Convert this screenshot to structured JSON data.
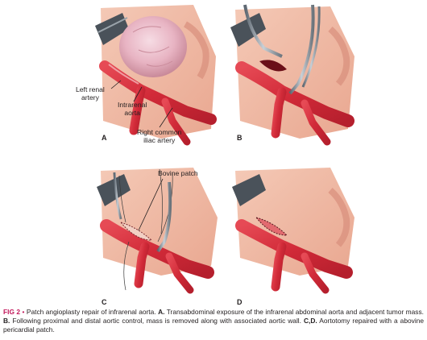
{
  "panels": [
    {
      "letter": "A"
    },
    {
      "letter": "B"
    },
    {
      "letter": "C"
    },
    {
      "letter": "D"
    }
  ],
  "annotations": {
    "left_renal_1": "Left renal",
    "left_renal_2": "artery",
    "infrarenal_1": "Intrarenal",
    "infrarenal_2": "aorta",
    "right_common_1": "Right common",
    "right_common_2": "iliac artery",
    "bovine_patch": "Bovine patch"
  },
  "caption": {
    "fig_label": "FIG 2",
    "bullet": "•",
    "intro": "Patch angioplasty repair of infrarenal aorta.",
    "a_label": "A.",
    "a_text": "Transabdominal exposure of the infrarenal abdominal aorta and adjacent tumor mass.",
    "b_label": "B.",
    "b_text": "Following proximal and distal aortic control, mass is removed along with associated aortic wall.",
    "cd_label": "C,D.",
    "cd_text": "Aortotomy repaired with a abovine pericardial patch."
  },
  "colors": {
    "caption_accent": "#c2185b",
    "aorta": "#d8283a",
    "tissue": "#eeb5a0",
    "mass": "#e8b7c4"
  }
}
